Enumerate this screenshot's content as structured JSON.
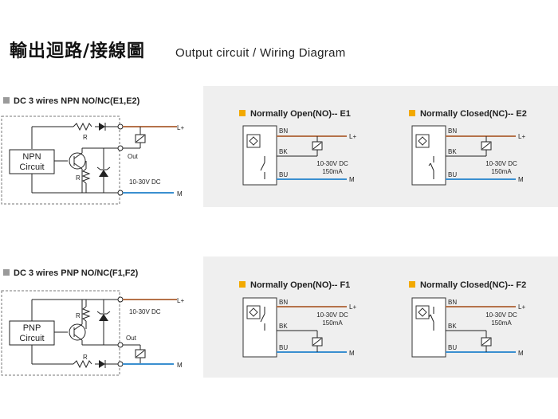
{
  "title_zh": "輸出迴路/接線圖",
  "title_en": "Output circuit / Wiring Diagram",
  "section_npn": {
    "heading": "DC 3 wires NPN NO/NC(E1,E2)",
    "circuit_label_1": "NPN",
    "circuit_label_2": "Circuit",
    "resistor_label": "R",
    "out_label": "Out",
    "voltage_label": "10-30V DC",
    "plus_label": "L+",
    "minus_label": "M",
    "diagrams": [
      {
        "caption": "Normally Open(NO)-- E1",
        "bn": "BN",
        "bk": "BK",
        "bu": "BU",
        "plus": "L+",
        "minus": "M",
        "spec1": "10-30V DC",
        "spec2": "150mA"
      },
      {
        "caption": "Normally Closed(NC)-- E2",
        "bn": "BN",
        "bk": "BK",
        "bu": "BU",
        "plus": "L+",
        "minus": "M",
        "spec1": "10-30V DC",
        "spec2": "150mA"
      }
    ]
  },
  "section_pnp": {
    "heading": "DC 3 wires PNP NO/NC(F1,F2)",
    "circuit_label_1": "PNP",
    "circuit_label_2": "Circuit",
    "resistor_label": "R",
    "out_label": "Out",
    "voltage_label": "10-30V DC",
    "plus_label": "L+",
    "minus_label": "M",
    "diagrams": [
      {
        "caption": "Normally Open(NO)-- F1",
        "bn": "BN",
        "bk": "BK",
        "bu": "BU",
        "plus": "L+",
        "minus": "M",
        "spec1": "10-30V DC",
        "spec2": "150mA"
      },
      {
        "caption": "Normally Closed(NC)-- F2",
        "bn": "BN",
        "bk": "BK",
        "bu": "BU",
        "plus": "L+",
        "minus": "M",
        "spec1": "10-30V DC",
        "spec2": "150mA"
      }
    ]
  },
  "colors": {
    "brown_wire": "#b5724a",
    "blue_wire": "#3a8fd0",
    "caption_mark": "#f2a900",
    "panel_bg": "#efefef"
  }
}
